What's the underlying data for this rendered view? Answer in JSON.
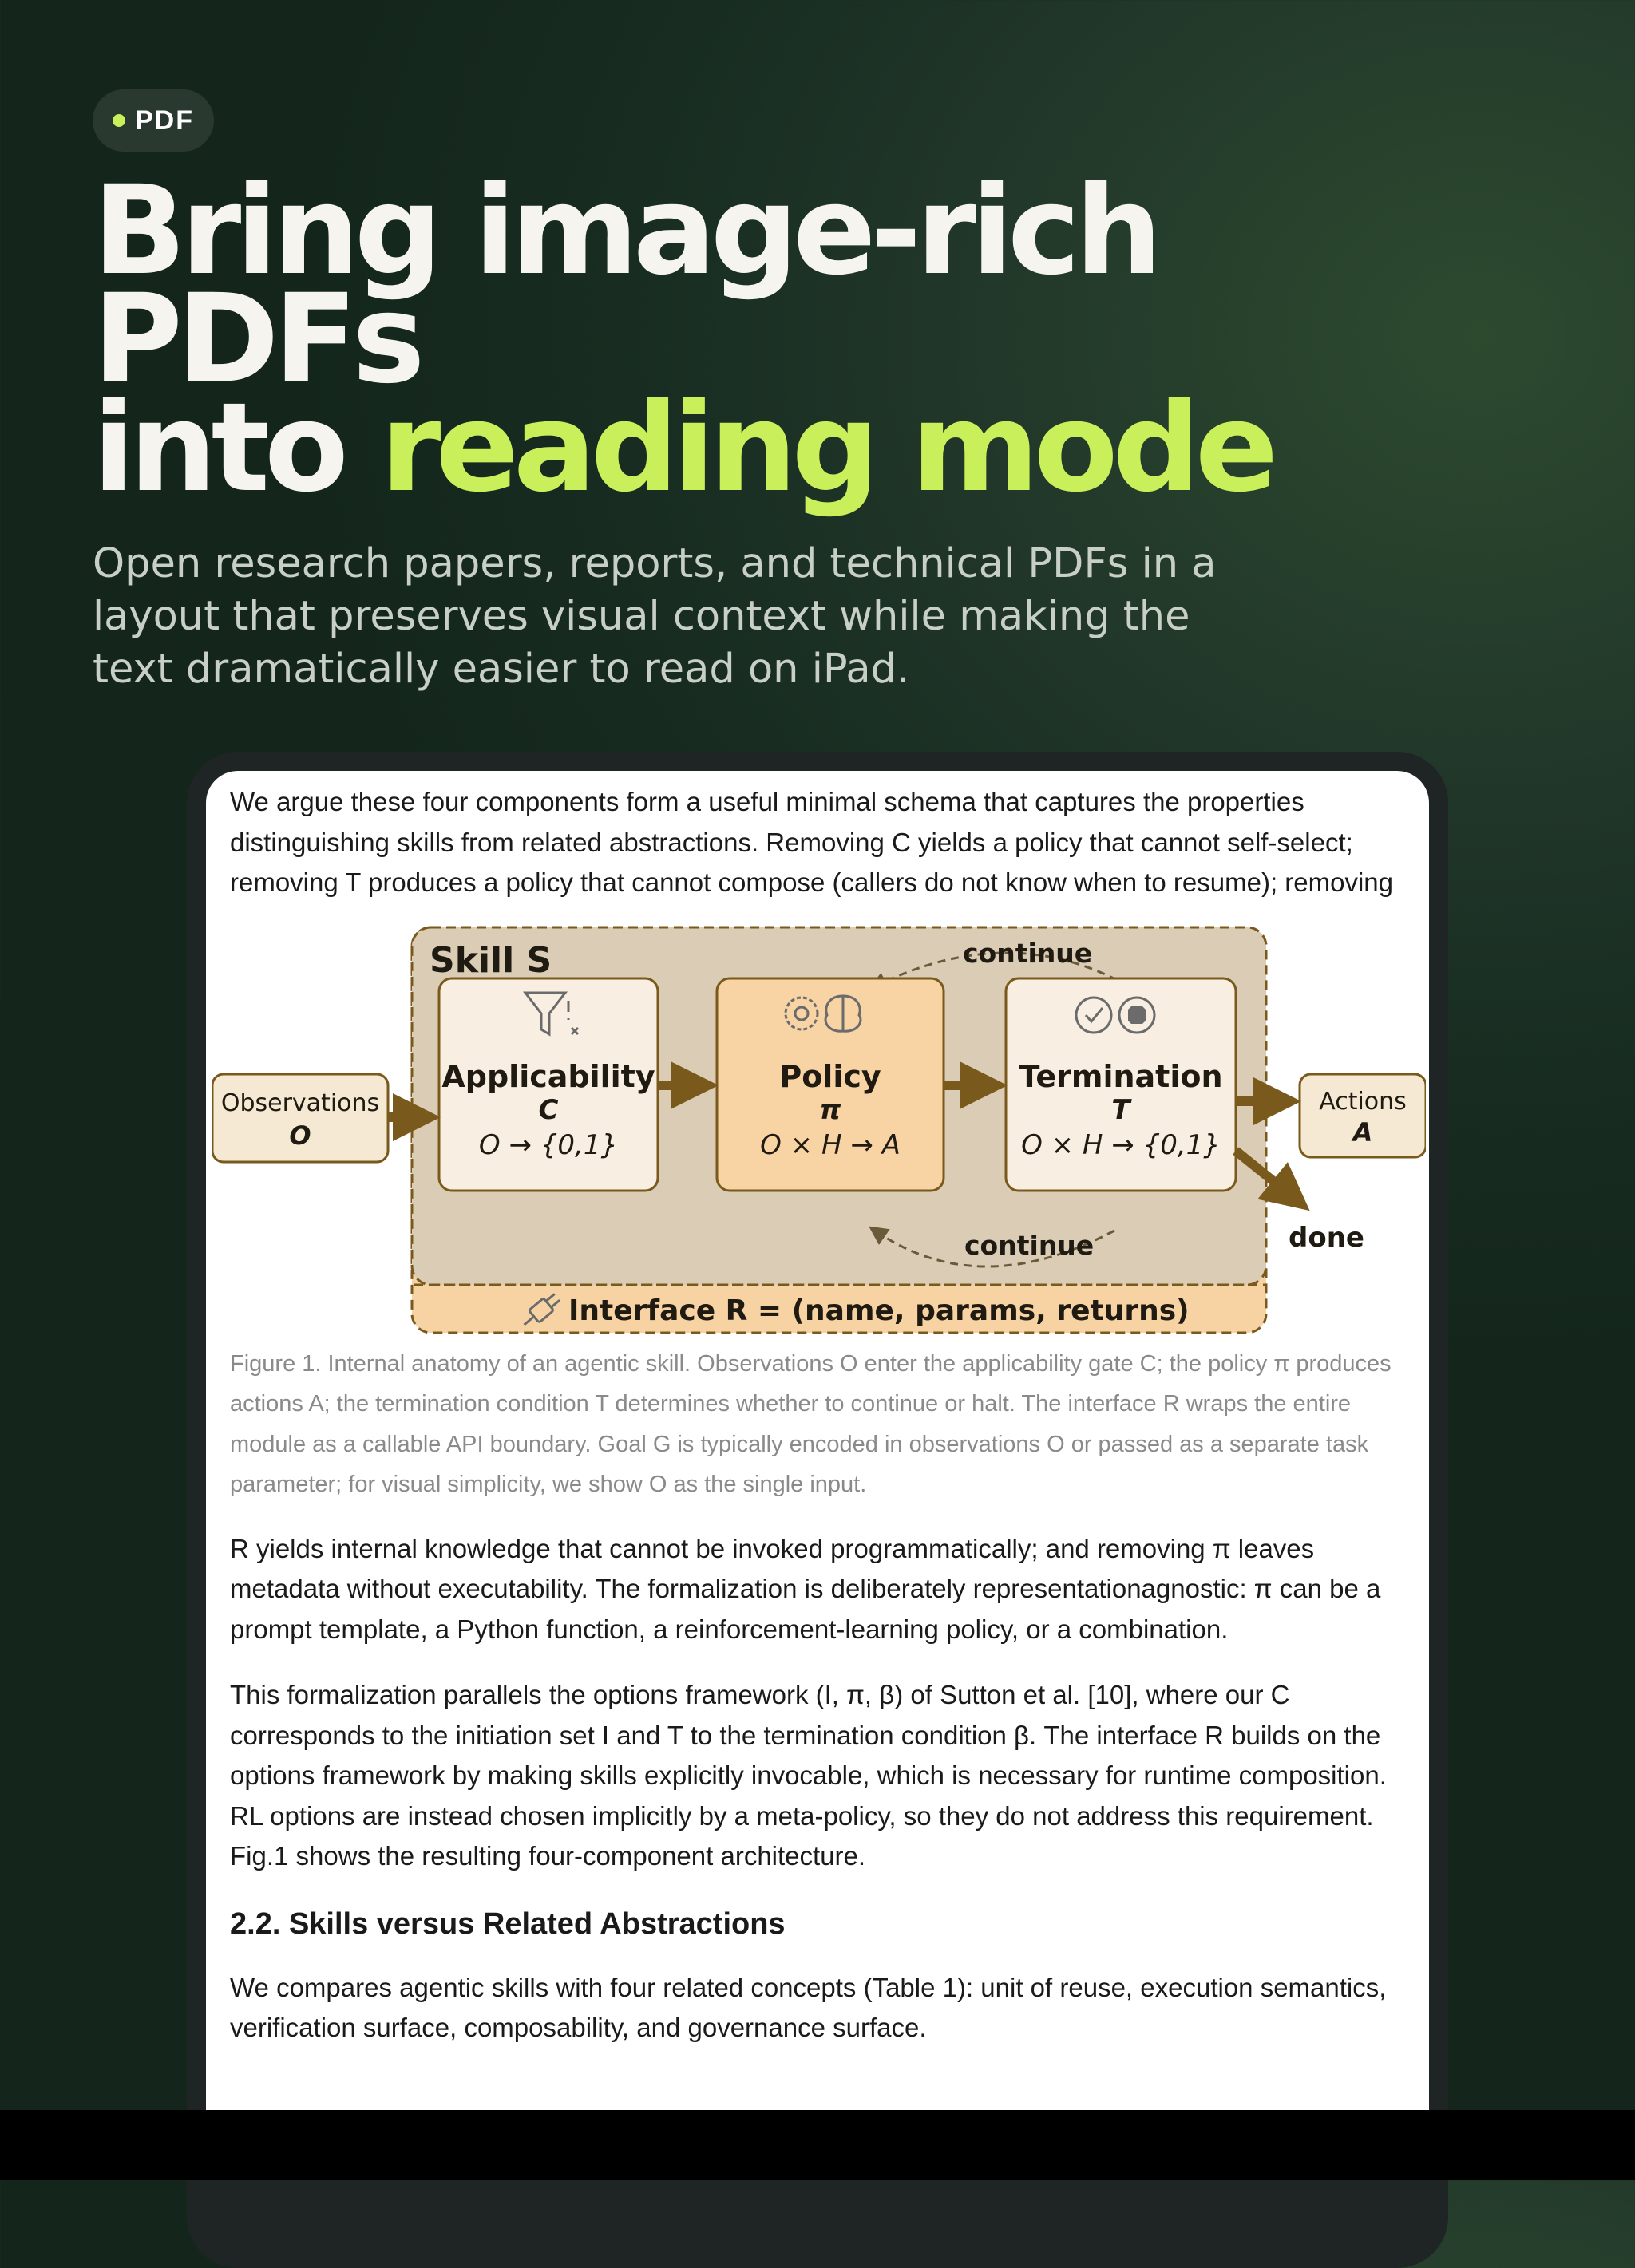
{
  "badge": {
    "label": "PDF"
  },
  "headline": {
    "line1": "Bring image-rich",
    "line2": "PDFs",
    "line3_prefix": "into ",
    "line3_accent": "reading mode"
  },
  "subheadline": "Open research papers, reports, and technical PDFs in a layout that preserves visual context while making the text dramatically easier to read on iPad.",
  "document": {
    "para1": "We argue these four components form a useful minimal schema that captures the properties distinguishing skills from related abstractions. Removing C yields a policy that cannot self-select; removing T produces a policy that cannot compose (callers do not know when to resume); removing",
    "figure": {
      "skill_label": "Skill S",
      "continue_top": "continue",
      "continue_bottom": "continue",
      "observations": {
        "title": "Observations",
        "symbol": "O"
      },
      "applicability": {
        "title": "Applicability",
        "symbol": "C",
        "formula": "O → {0,1}"
      },
      "policy": {
        "title": "Policy",
        "symbol": "π",
        "formula": "O × H → A"
      },
      "termination": {
        "title": "Termination",
        "symbol": "T",
        "formula": "O × H → {0,1}"
      },
      "actions": {
        "title": "Actions",
        "symbol": "A"
      },
      "done": "done",
      "interface": "Interface R = (name, params, returns)"
    },
    "caption": "Figure 1. Internal anatomy of an agentic skill. Observations O enter the applicability gate C; the policy π produces actions A; the termination condition T determines whether to continue or halt. The interface R wraps the entire module as a callable API boundary. Goal G is typically encoded in observations O or passed as a separate task parameter; for visual simplicity, we show O as the single input.",
    "para2": "R yields internal knowledge that cannot be invoked programmatically; and removing π leaves metadata without executability. The formalization is deliberately representationagnostic: π can be a prompt template, a Python function, a reinforcement-learning policy, or a combination.",
    "para3": "This formalization parallels the options framework (I, π, β) of Sutton et al. [10], where our C corresponds to the initiation set I and T to the termination condition β. The interface R builds on the options framework by making skills explicitly invocable, which is necessary for runtime composition. RL options are instead chosen implicitly by a meta-policy, so they do not address this requirement. Fig.1 shows the resulting four-component architecture.",
    "section_heading": "2.2. Skills versus Related Abstractions",
    "para4": "We compares agentic skills with four related concepts (Table 1): unit of reuse, execution semantics, verification surface, composability, and governance surface."
  }
}
